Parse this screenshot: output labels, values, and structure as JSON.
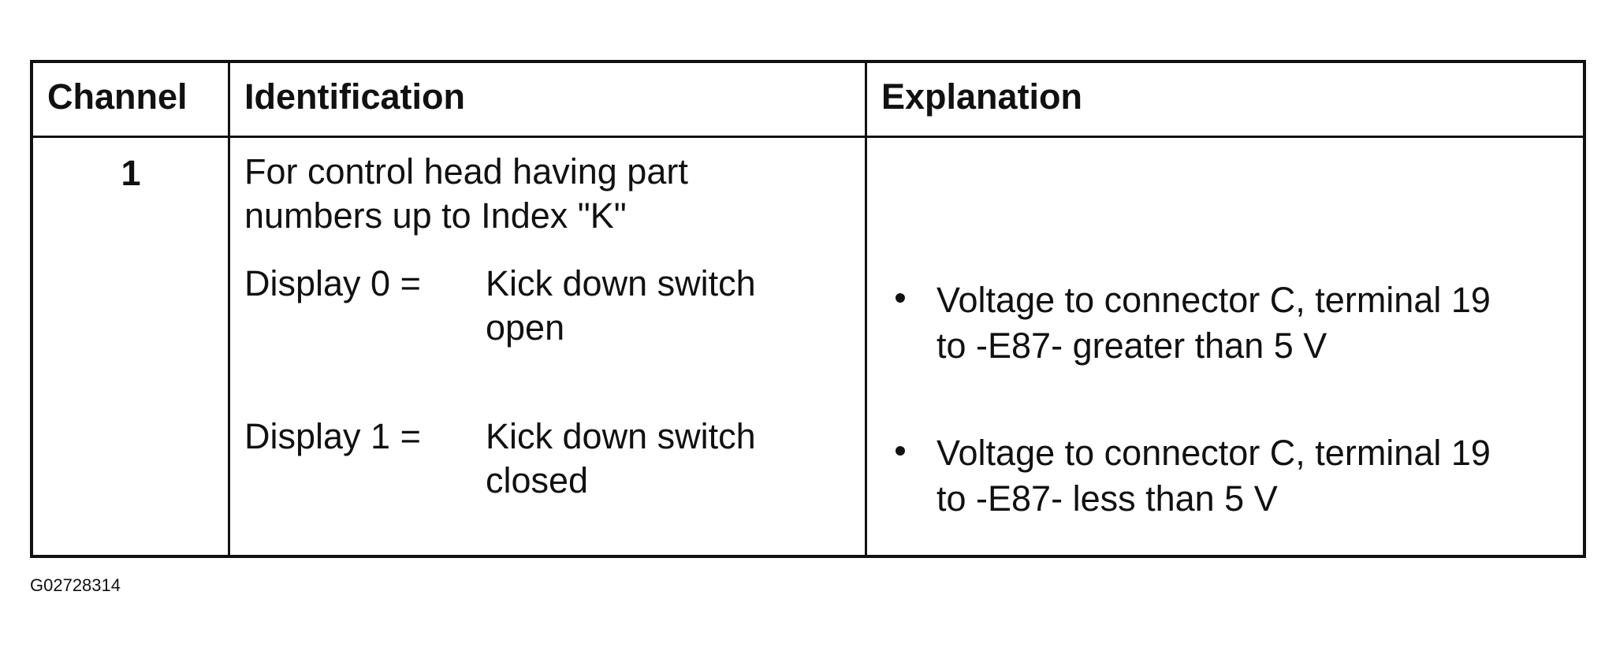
{
  "table": {
    "headers": {
      "channel": "Channel",
      "identification": "Identification",
      "explanation": "Explanation"
    },
    "rows": [
      {
        "channel": "1",
        "identification_lines": [
          "For control head having part",
          "numbers up to Index \"K\""
        ],
        "displays": [
          {
            "label": "Display 0 =",
            "value_lines": [
              "Kick down switch",
              "open"
            ]
          },
          {
            "label": "Display 1 =",
            "value_lines": [
              "Kick down switch",
              "closed"
            ]
          }
        ],
        "explanations": [
          {
            "lines": [
              "Voltage to connector C, terminal 19",
              "to -E87- greater than 5 V"
            ]
          },
          {
            "lines": [
              "Voltage to connector C, terminal 19",
              "to -E87- less than 5 V"
            ]
          }
        ]
      }
    ]
  },
  "figure_id": "G02728314"
}
